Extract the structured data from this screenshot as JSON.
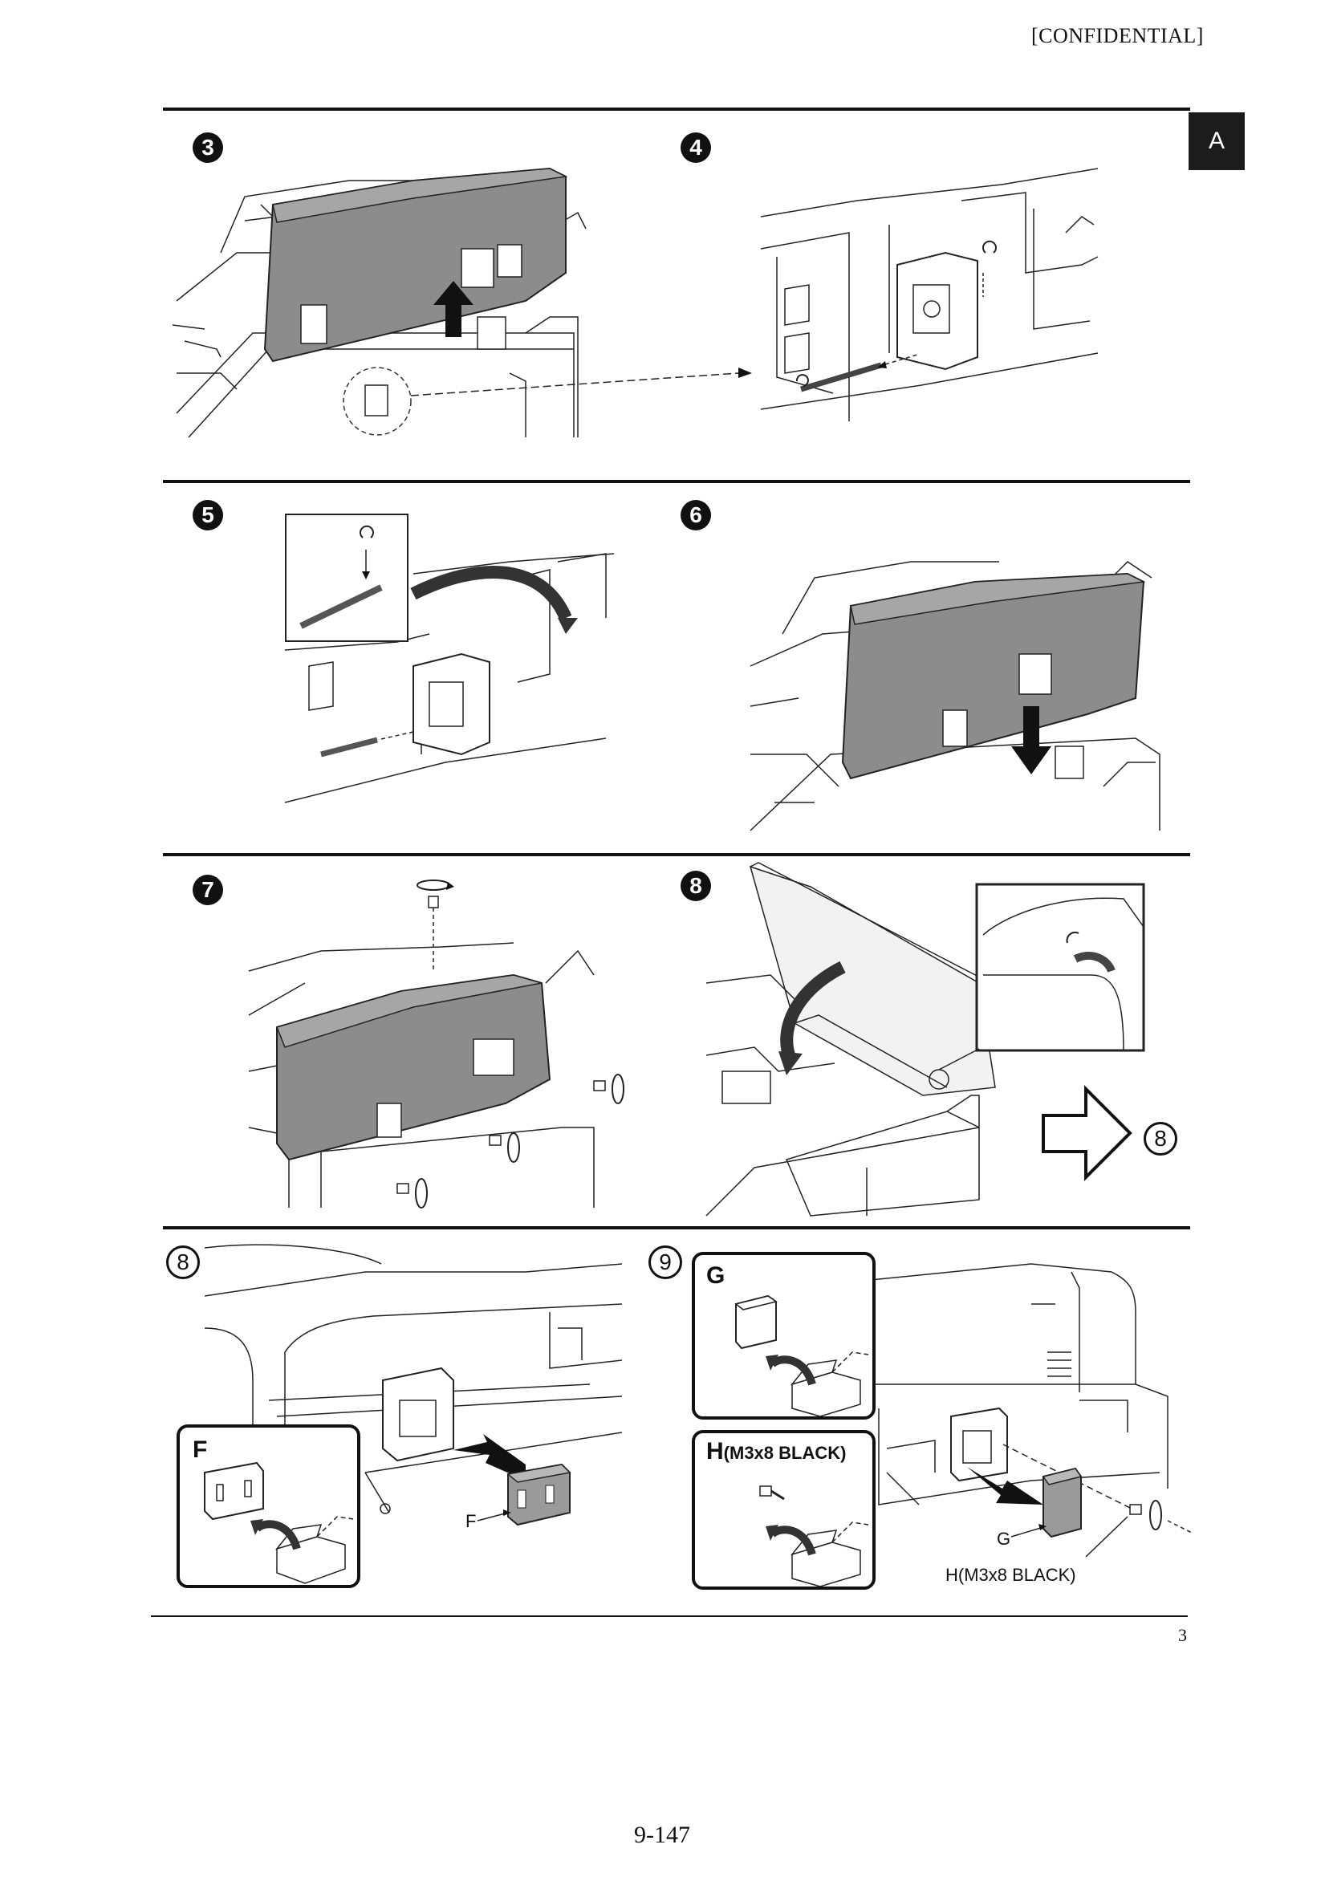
{
  "header": {
    "confidential": "[CONFIDENTIAL]",
    "section_tab": "A"
  },
  "steps": [
    {
      "id": "3",
      "label": "3"
    },
    {
      "id": "4",
      "label": "4"
    },
    {
      "id": "5",
      "label": "5"
    },
    {
      "id": "6",
      "label": "6"
    },
    {
      "id": "7",
      "label": "7"
    },
    {
      "id": "8a",
      "label": "8"
    },
    {
      "id": "8b",
      "label": "8"
    },
    {
      "id": "9",
      "label": "9"
    }
  ],
  "step7_continue_label": "8",
  "step8": {
    "part_box_letter": "F",
    "part_label": "F"
  },
  "step9": {
    "box_g_letter": "G",
    "box_h_letter": "H",
    "box_h_spec": "(M3x8 BLACK)",
    "label_g": "G",
    "label_h": "H(M3x8 BLACK)"
  },
  "footer": {
    "page_number": "3",
    "folio": "9-147"
  }
}
